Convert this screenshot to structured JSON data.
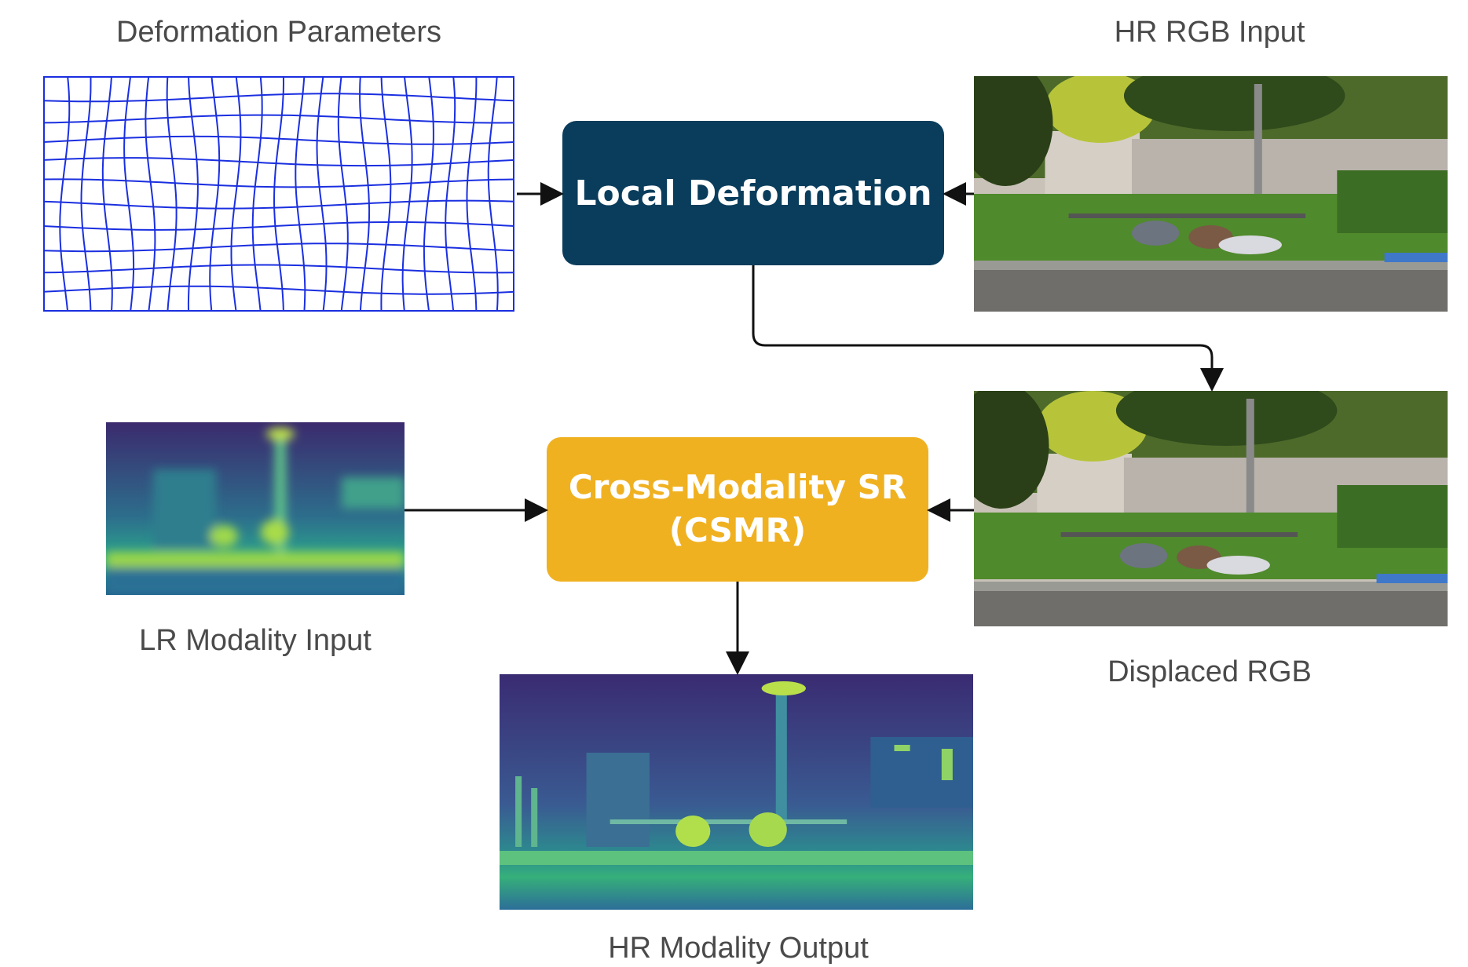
{
  "labels": {
    "deformation_params": "Deformation Parameters",
    "hr_rgb_input": "HR RGB Input",
    "displaced_rgb": "Displaced RGB",
    "lr_modality_input": "LR Modality Input",
    "hr_modality_output": "HR Modality Output"
  },
  "boxes": {
    "local_deformation": "Local Deformation",
    "csmr_line1": "Cross-Modality SR",
    "csmr_line2": "(CSMR)"
  },
  "colors": {
    "dark_box": "#0a3d5c",
    "amber_box": "#f0b121",
    "grid_lines": "#1a2fe0",
    "arrows": "#111111",
    "label_text": "#4a4a4a"
  },
  "icons": {
    "grid": "deformation-grid-icon",
    "rgb_scene": "rgb-scene-image",
    "modality_scene": "modality-scene-image"
  }
}
